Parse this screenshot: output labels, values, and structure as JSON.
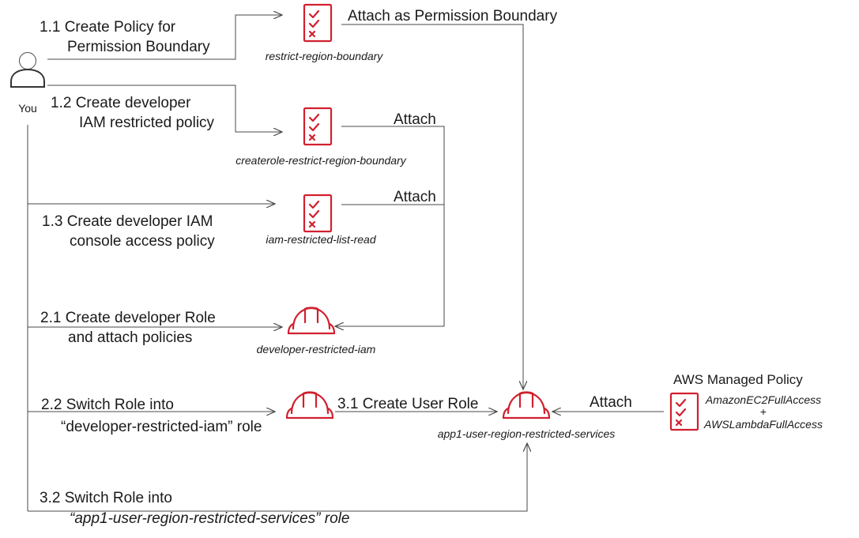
{
  "actor": {
    "label": "You"
  },
  "steps": {
    "s1_1": [
      "1.1 Create Policy for",
      "Permission Boundary"
    ],
    "s1_2": [
      "1.2 Create developer",
      "IAM restricted policy"
    ],
    "s1_3": [
      "1.3 Create developer IAM",
      "console access policy"
    ],
    "s2_1": [
      "2.1 Create developer Role",
      "and attach policies"
    ],
    "s2_2": [
      "2.2 Switch Role into",
      "“developer-restricted-iam” role"
    ],
    "s3_1": "3.1 Create User Role",
    "s3_2": [
      "3.2 Switch Role into",
      "“app1-user-region-restricted-services” role"
    ]
  },
  "resources": {
    "restrict_region_boundary": "restrict-region-boundary",
    "createrole_restrict_region_boundary": "createrole-restrict-region-boundary",
    "iam_restricted_list_read": "iam-restricted-list-read",
    "developer_restricted_iam": "developer-restricted-iam",
    "app1_user_region_restricted_services": "app1-user-region-restricted-services"
  },
  "attach_labels": {
    "permission_boundary": "Attach as Permission Boundary",
    "attach_1": "Attach",
    "attach_2": "Attach",
    "attach_3": "Attach"
  },
  "managed_policy": {
    "title": "AWS Managed Policy",
    "policy_1": "AmazonEC2FullAccess",
    "plus": "+",
    "policy_2": "AWSLambdaFullAccess"
  },
  "colors": {
    "accent": "#d1202e",
    "line": "#4a4a4a",
    "text": "#1a1a1a"
  },
  "icons": [
    "user-icon",
    "policy-document-icon",
    "iam-role-hardhat-icon"
  ]
}
